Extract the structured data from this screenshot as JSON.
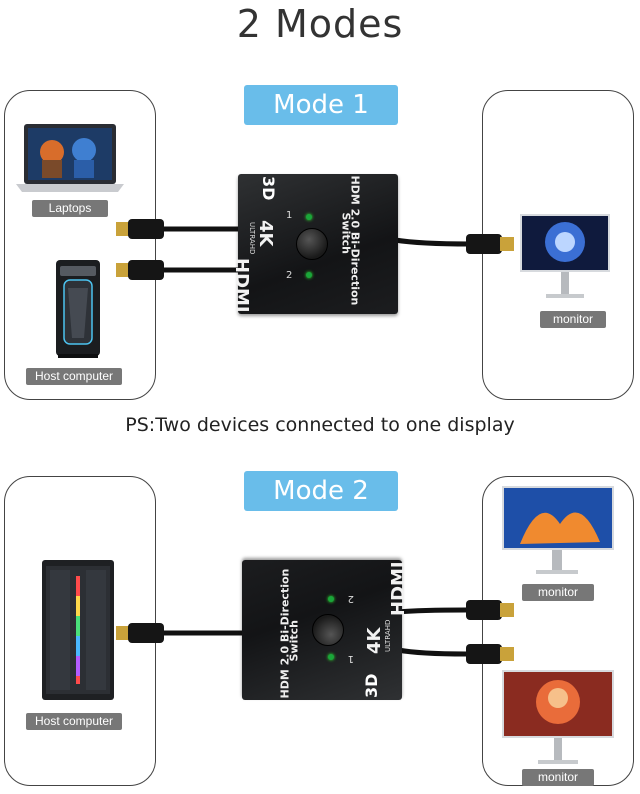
{
  "title": "2 Modes",
  "mode1": {
    "pill": "Mode 1",
    "laptop_label": "Laptops",
    "host_label": "Host computer",
    "monitor_label": "monitor",
    "switch_line1": "HDM 2.0 Bi-Direction",
    "switch_line2": "Switch",
    "switch_brand": "HDMI",
    "switch_4k": "4K",
    "switch_3d": "3D",
    "switch_ultra": "ULTRAHD",
    "port1": "1",
    "port2": "2"
  },
  "ps_note": "PS:Two devices connected to one display",
  "mode2": {
    "pill": "Mode 2",
    "host_label": "Host computer",
    "monitor_top_label": "monitor",
    "monitor_bottom_label": "monitor",
    "switch_line1": "HDM 2.0 Bi-Direction",
    "switch_line2": "Switch",
    "switch_brand": "HDMI",
    "switch_4k": "4K",
    "switch_3d": "3D",
    "switch_ultra": "ULTRAHD",
    "port1": "1",
    "port2": "2"
  },
  "colors": {
    "pill_blue": "#69bdea",
    "label_gray": "#777777",
    "cable_black": "#111111",
    "hdmi_gold": "#c9a23a",
    "led_green": "#1aa63a"
  }
}
